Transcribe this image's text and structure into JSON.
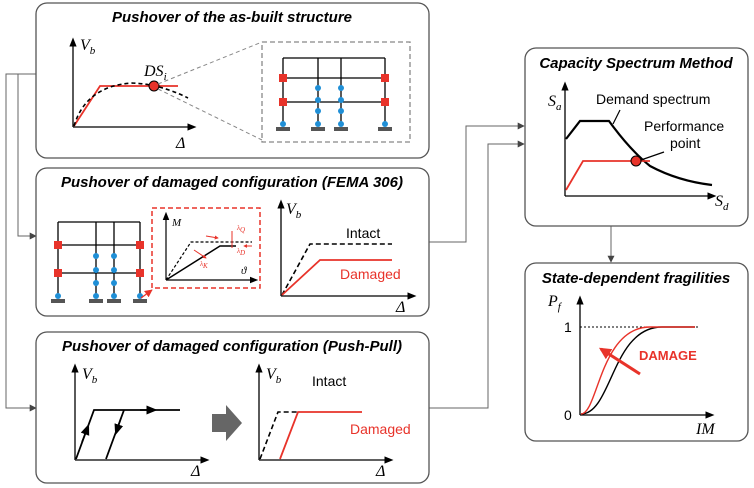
{
  "colors": {
    "red": "#e8332a",
    "box_border": "#555555",
    "node_blue": "#1f8fd6",
    "arrow_grey": "#666666"
  },
  "panels": {
    "asbuilt": {
      "title": "Pushover of the as-built structure",
      "ylabel": "V",
      "ylabel_sub": "b",
      "xlabel": "Δ",
      "ds_label": "DS",
      "ds_sub": "i"
    },
    "fema": {
      "title": "Pushover of damaged configuration (FEMA 306)",
      "m_label": "M",
      "theta_label": "ϑ",
      "lam_q": "λ",
      "lam_q_sub": "Q",
      "lam_d": "λ",
      "lam_d_sub": "D",
      "lam_k": "λ",
      "lam_k_sub": "K",
      "ylabel": "V",
      "ylabel_sub": "b",
      "xlabel": "Δ",
      "intact": "Intact",
      "damaged": "Damaged"
    },
    "pushpull": {
      "title": "Pushover of damaged configuration (Push-Pull)",
      "ylabel": "V",
      "ylabel_sub": "b",
      "xlabel": "Δ",
      "ylabel2": "V",
      "ylabel2_sub": "b",
      "xlabel2": "Δ",
      "intact": "Intact",
      "damaged": "Damaged"
    },
    "csm": {
      "title": "Capacity Spectrum Method",
      "ylabel": "S",
      "ylabel_sub": "a",
      "xlabel": "S",
      "xlabel_sub": "d",
      "demand": "Demand spectrum",
      "performance_line1": "Performance",
      "performance_line2": "point"
    },
    "fragility": {
      "title": "State-dependent fragilities",
      "ylabel": "P",
      "ylabel_sub": "f",
      "xlabel": "IM",
      "tick_one": "1",
      "tick_zero": "0",
      "damage": "DAMAGE"
    }
  }
}
